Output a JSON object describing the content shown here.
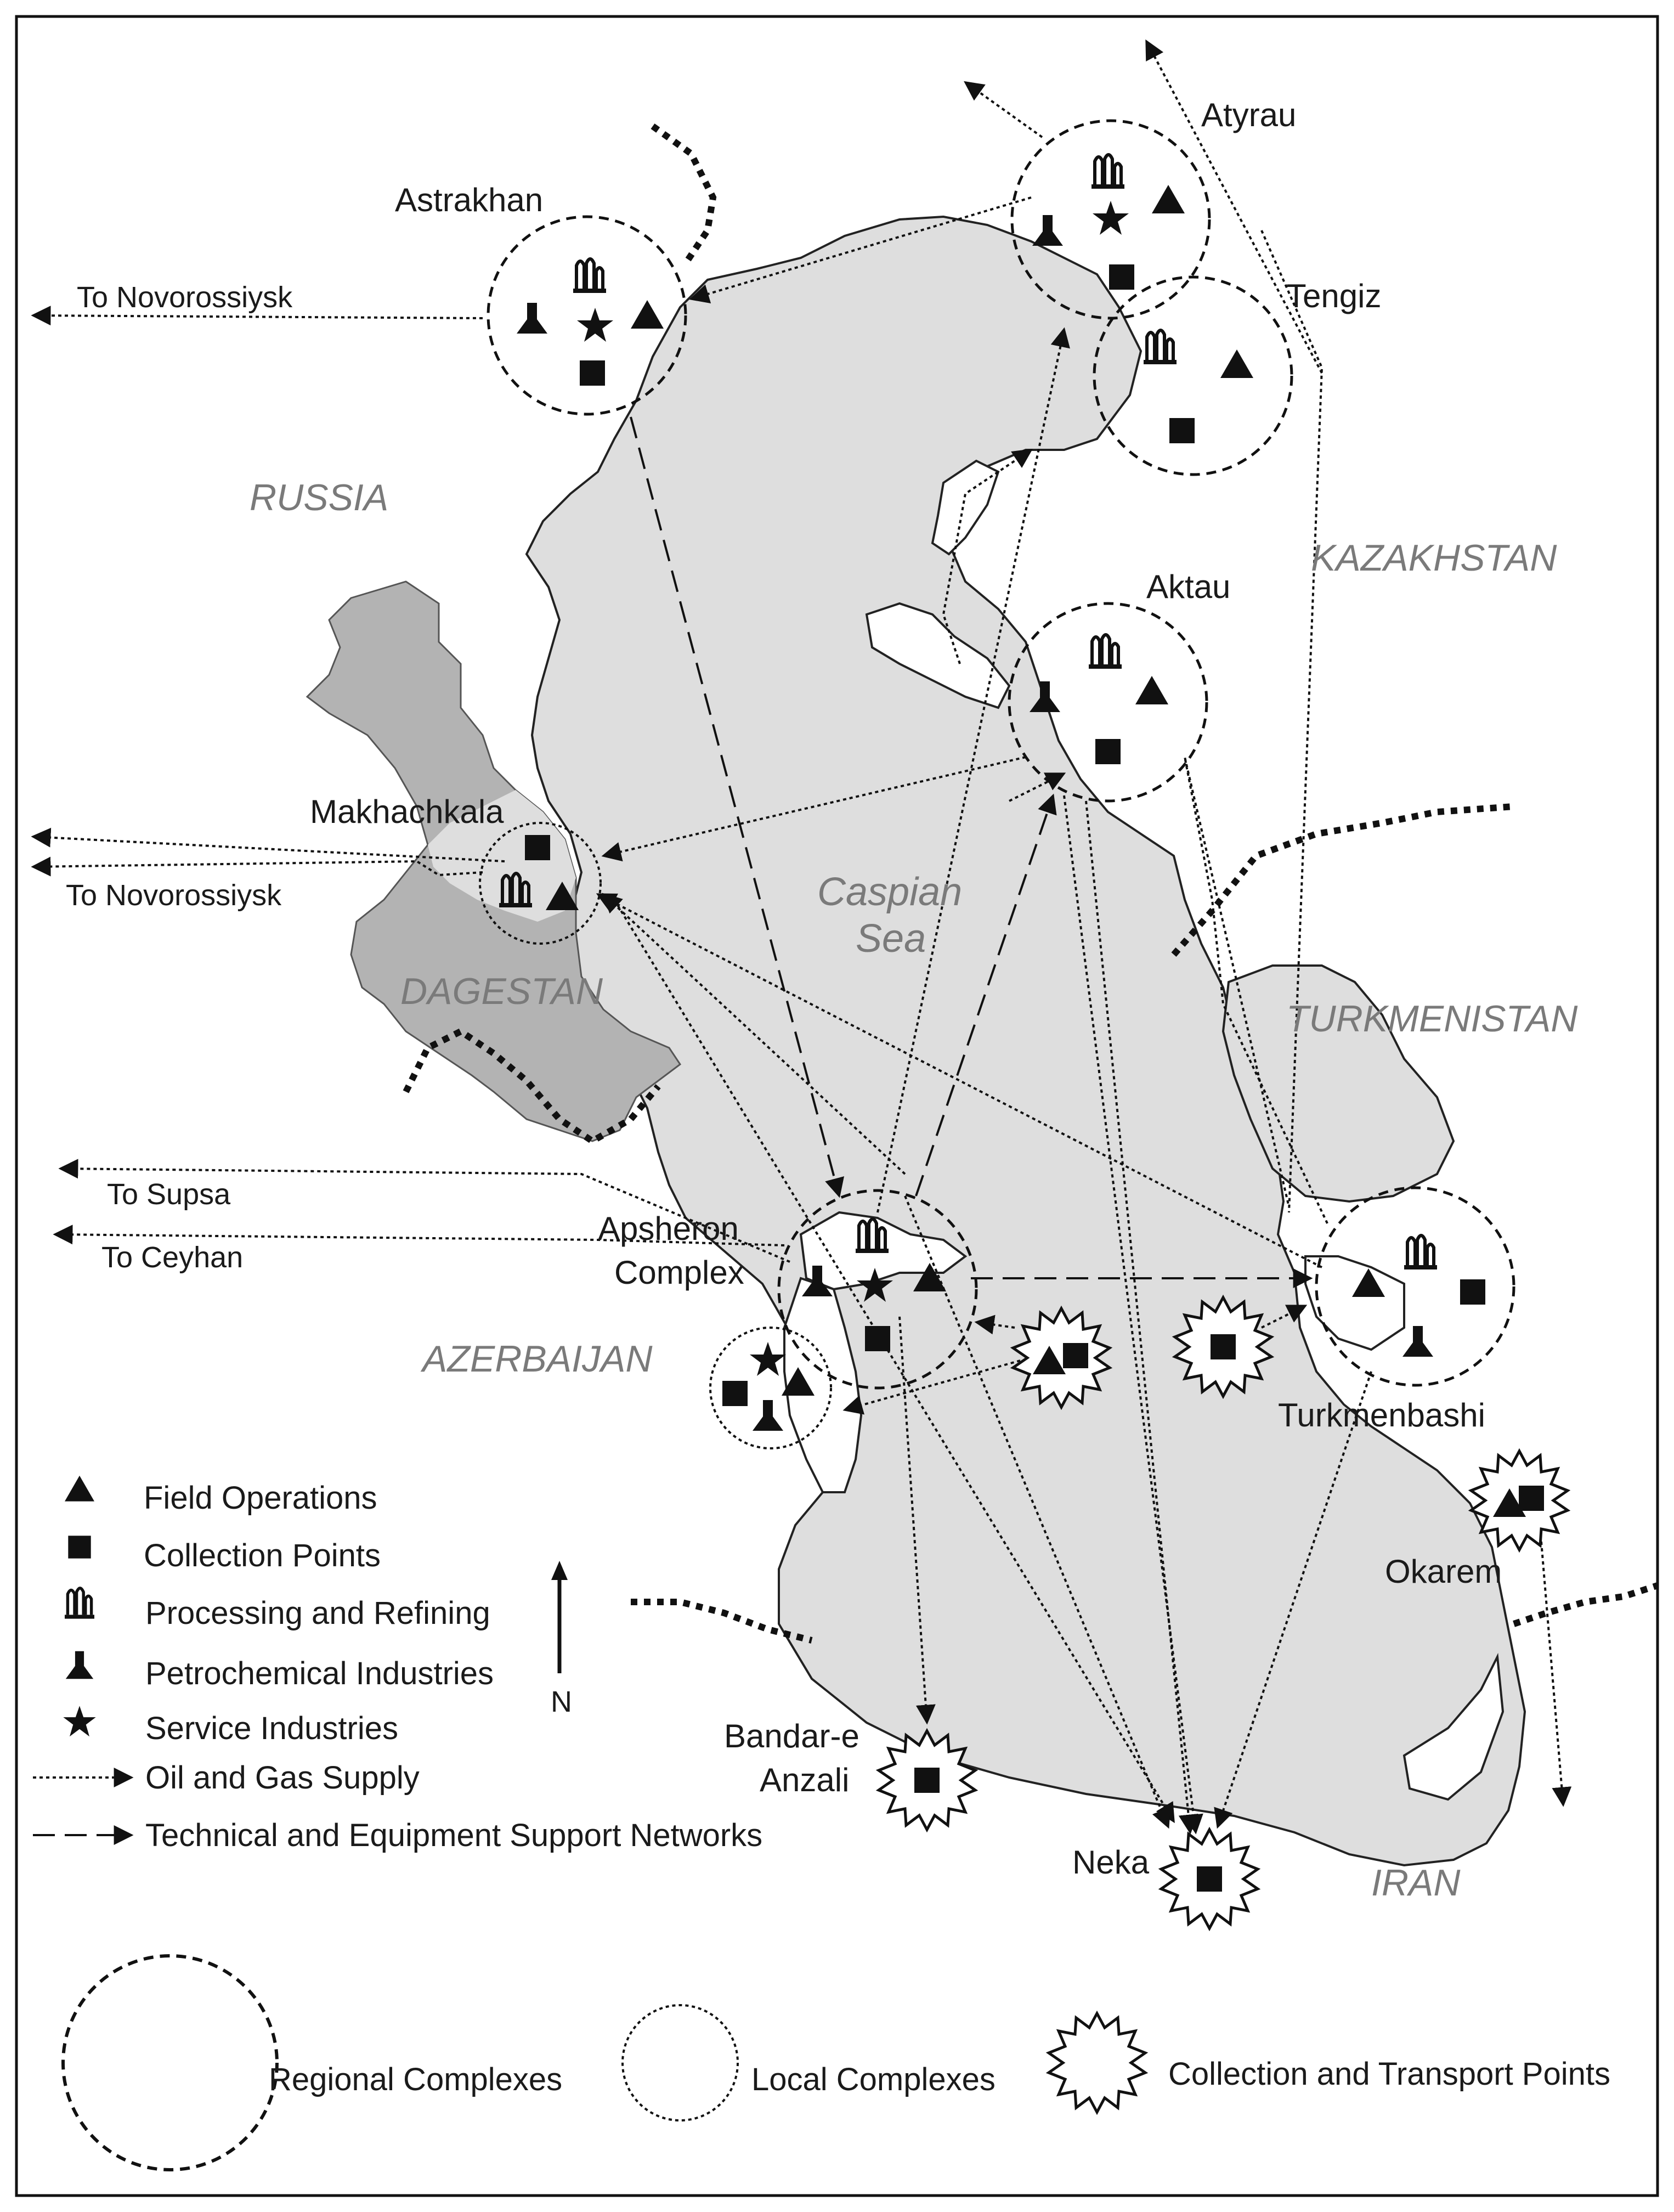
{
  "countries": {
    "russia": "RUSSIA",
    "kazakhstan": "KAZAKHSTAN",
    "turkmenistan": "TURKMENISTAN",
    "dagestan": "DAGESTAN",
    "azerbaijan": "AZERBAIJAN",
    "iran": "IRAN"
  },
  "sea": {
    "line1": "Caspian",
    "line2": "Sea"
  },
  "cities": {
    "atyrau": "Atyrau",
    "astrakhan": "Astrakhan",
    "tengiz": "Tengiz",
    "aktau": "Aktau",
    "makhachkala": "Makhachkala",
    "apsheron1": "Apsheron",
    "apsheron2": "Complex",
    "turkmenbashi": "Turkmenbashi",
    "okarem": "Okarem",
    "bandar1": "Bandar-e",
    "bandar2": "Anzali",
    "neka": "Neka"
  },
  "destinations": {
    "novorossiysk_top": "To Novorossiysk",
    "novorossiysk_mid": "To Novorossiysk",
    "supsa": "To Supsa",
    "ceyhan": "To Ceyhan"
  },
  "compass": {
    "label": "N"
  },
  "legend": {
    "field_operations": "Field Operations",
    "collection_points": "Collection Points",
    "processing_refining": "Processing and Refining",
    "petrochemical": "Petrochemical Industries",
    "service": "Service Industries",
    "oil_gas_supply": "Oil and Gas Supply",
    "technical_support": "Technical and Equipment Support Networks",
    "regional_complexes": "Regional Complexes",
    "local_complexes": "Local Complexes",
    "collection_transport": "Collection and Transport Points"
  },
  "colors": {
    "sea": "#dedede",
    "dagestan": "#b3b3b3",
    "ink": "#111111",
    "country_label": "#7a7a7a"
  },
  "icons": [
    "triangle-icon",
    "square-icon",
    "refinery-icon",
    "flask-icon",
    "star-icon",
    "north-arrow-icon",
    "starburst-icon"
  ]
}
